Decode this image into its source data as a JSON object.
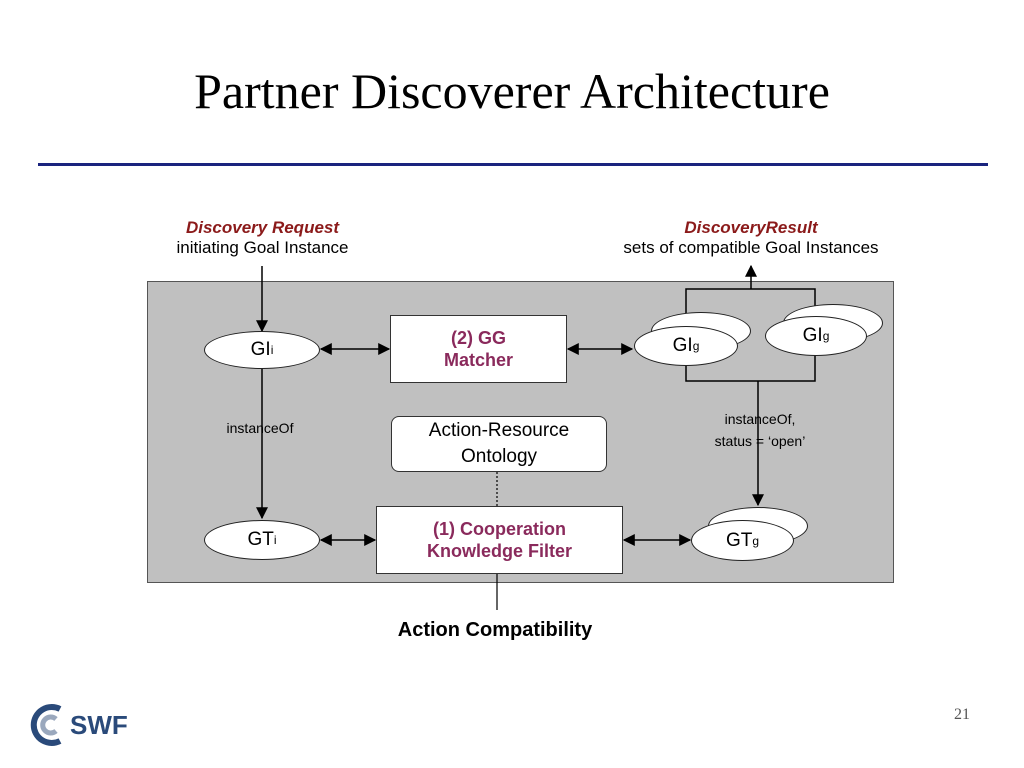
{
  "slide": {
    "title": "Partner Discoverer Architecture",
    "page_number": "21",
    "logo_text": "SWF"
  },
  "labels": {
    "request_head": "Discovery Request",
    "request_sub": "initiating Goal Instance",
    "result_head": "DiscoveryResult",
    "result_sub": "sets of compatible Goal Instances",
    "instance_of_left": "instanceOf",
    "instance_of_right_1": "instanceOf,",
    "instance_of_right_2": "status = ‘open’",
    "bottom": "Action Compatibility"
  },
  "nodes": {
    "gg_matcher_1": "(2) GG",
    "gg_matcher_2": "Matcher",
    "ontology_1": "Action-Resource",
    "ontology_2": "Ontology",
    "filter_1": "(1) Cooperation",
    "filter_2": "Knowledge Filter",
    "gi": "GI",
    "gt": "GT",
    "sub_i": "i",
    "sub_g": "g"
  },
  "colors": {
    "accent_red": "#8b1a1a",
    "accent_purple": "#8a2a5c",
    "rule_blue": "#1a237e",
    "panel_gray": "#c0c0c0"
  }
}
